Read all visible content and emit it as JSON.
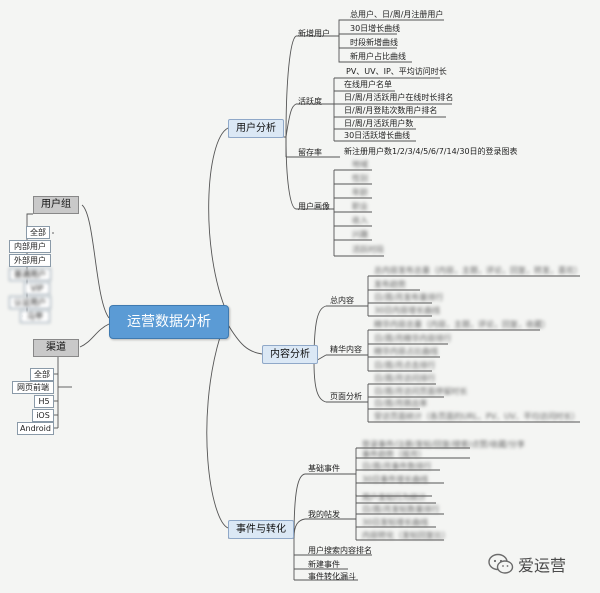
{
  "center": "运营数据分析",
  "branches": {
    "user_analysis": {
      "label": "用户分析",
      "new_users": {
        "label": "新增用户",
        "items": [
          "总用户、日/周/月注册用户",
          "30日增长曲线",
          "时段新增曲线",
          "新用户占比曲线"
        ]
      },
      "activity": {
        "label": "活跃度",
        "items": [
          "PV、UV、IP、平均访问时长",
          "在线用户名单",
          "日/周/月活跃用户在线时长排名",
          "日/周/月登陆次数用户排名",
          "日/周/月活跃用户数",
          "30日活跃增长曲线"
        ]
      },
      "retention": {
        "label": "留存率",
        "item": "新注册用户数1/2/3/4/5/6/7/14/30日的登录图表"
      },
      "portrait": {
        "label": "用户画像",
        "items": [
          "地域",
          "性别",
          "年龄",
          "职业",
          "收入",
          "兴趣",
          "活跃时段"
        ]
      }
    },
    "content_analysis": {
      "label": "内容分析",
      "total": {
        "label": "总内容",
        "items": [
          "总内容发布总量（内容，主题，评论，回复，转发，喜欢）",
          "发布趋势",
          "日/周/月发布量排行",
          "30日内容增长曲线"
        ]
      },
      "featured": {
        "label": "精华内容",
        "items": [
          "精华内容总量（内容，主题，评论，回复，收藏）",
          "日/周/月精华内容排行",
          "精华内容占比曲线",
          "日/周/月点击排行"
        ]
      },
      "page": {
        "label": "页面分析",
        "items": [
          "日/周/月访问排行",
          "日/周/月访问页面停留时长",
          "日/周/月跳出率",
          "受访页面统计（各页面的URL、PV、UV、平均访问时长）"
        ]
      }
    },
    "event": {
      "label": "事件与转化",
      "basic": {
        "label": "基础事件",
        "items": [
          "登录事件/注册/发帖/回复/搜索/点赞/收藏/分享",
          "事件趋势（按月）",
          "日/周/月事件数排行",
          "30日事件增长曲线"
        ]
      },
      "my_post": {
        "label": "我的帖发",
        "items": [
          "用户发帖行为统计",
          "日/周/月发帖数量排行",
          "30日发帖增长曲线",
          "内容转化（发帖回复比）"
        ]
      },
      "search_rank": "用户搜索内容排名",
      "new_event": "新建事件",
      "funnel": "事件转化漏斗"
    },
    "user_group": {
      "label": "用户组",
      "items": [
        "全部",
        "内部用户",
        "外部用户",
        "普通用户",
        "VIP",
        "认证用户",
        "马甲"
      ]
    },
    "channel": {
      "label": "渠道",
      "items": [
        "全部",
        "网页前端",
        "H5",
        "iOS",
        "Android"
      ]
    }
  },
  "brand": {
    "name": "爱运营",
    "accent": "#5b9bd5",
    "line_color": "#5a5a5a",
    "icon": "wechat-icon"
  }
}
